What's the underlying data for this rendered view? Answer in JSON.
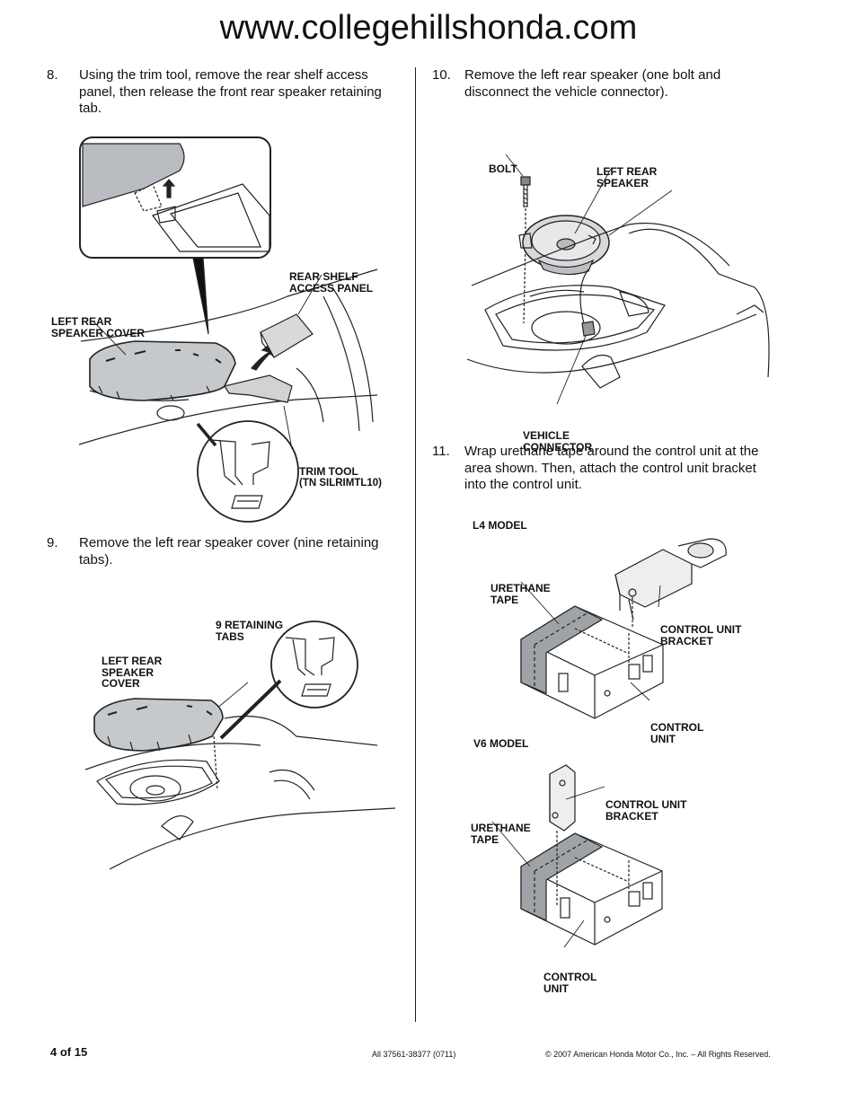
{
  "header": {
    "title": "www.collegehillshonda.com"
  },
  "steps": {
    "s8": {
      "num": "8.",
      "lines": [
        "Using the trim tool, remove the rear shelf access",
        "panel, then release the front rear speaker retaining",
        "tab."
      ]
    },
    "s9": {
      "num": "9.",
      "lines": [
        "Remove the left rear speaker cover (nine retaining",
        "tabs)."
      ]
    },
    "s10": {
      "num": "10.",
      "lines": [
        "Remove the left rear speaker (one bolt and",
        "disconnect the vehicle connector)."
      ]
    },
    "s11": {
      "num": "11.",
      "lines": [
        "Wrap urethane tape around the control unit at the",
        "area shown. Then, attach the control unit bracket",
        "into the control unit."
      ]
    }
  },
  "fig8": {
    "rear_shelf": [
      "REAR SHELF",
      "ACCESS PANEL"
    ],
    "speaker_cover": [
      "LEFT REAR",
      "SPEAKER COVER"
    ],
    "trim_tool": [
      "TRIM TOOL",
      "(TN SILRIMTL10)"
    ]
  },
  "fig9": {
    "tabs": [
      "9 RETAINING",
      "TABS"
    ],
    "cover": [
      "LEFT REAR",
      "SPEAKER",
      "COVER"
    ]
  },
  "fig10": {
    "bolt": [
      "BOLT"
    ],
    "speaker": [
      "LEFT REAR",
      "SPEAKER"
    ],
    "connector": [
      "VEHICLE",
      "CONNECTOR"
    ]
  },
  "fig11": {
    "l4_model": "L4 MODEL",
    "l4_tape": [
      "URETHANE",
      "TAPE"
    ],
    "l4_bracket": [
      "CONTROL UNIT",
      "BRACKET"
    ],
    "l4_unit": [
      "CONTROL",
      "UNIT"
    ],
    "v6_model": "V6 MODEL",
    "v6_bracket": [
      "CONTROL UNIT",
      "BRACKET"
    ],
    "v6_tape": [
      "URETHANE",
      "TAPE"
    ],
    "v6_unit": [
      "CONTROL",
      "UNIT"
    ]
  },
  "footer": {
    "page": "4 of 15",
    "doc_id": "All 37561-38377 (0711)",
    "copyright": "© 2007 American Honda Motor Co., Inc. – All Rights Reserved."
  }
}
